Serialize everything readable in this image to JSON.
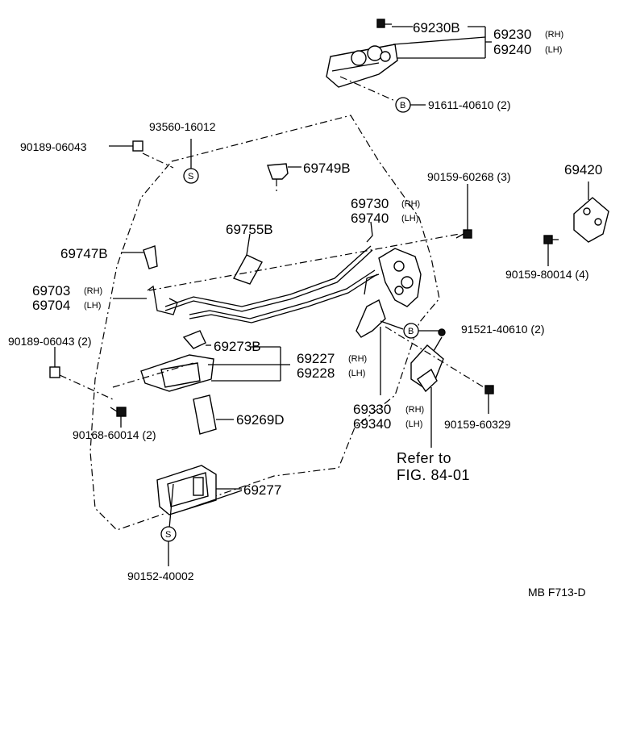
{
  "parts": {
    "p69230B": "69230B",
    "p69230": "69230",
    "p69240": "69240",
    "p91611": "91611-40610 (2)",
    "p93560": "93560-16012",
    "p90189a": "90189-06043",
    "p69749B": "69749B",
    "p90159_60268": "90159-60268 (3)",
    "p69420": "69420",
    "p69730": "69730",
    "p69740": "69740",
    "p69755B": "69755B",
    "p69747B": "69747B",
    "p90159_80014": "90159-80014 (4)",
    "p69703": "69703",
    "p69704": "69704",
    "p90189b": "90189-06043 (2)",
    "p91521": "91521-40610 (2)",
    "p69273B": "69273B",
    "p69227": "69227",
    "p69228": "69228",
    "p69330": "69330",
    "p69340": "69340",
    "p90159_60329": "90159-60329",
    "p90168": "90168-60014 (2)",
    "p69269D": "69269D",
    "p69277": "69277",
    "p90152": "90152-40002"
  },
  "tags": {
    "rh": "(RH)",
    "lh": "(LH)"
  },
  "markers": {
    "b": "B",
    "s": "S"
  },
  "refer": {
    "line1": "Refer to",
    "line2": "FIG. 84-01"
  },
  "footer": {
    "code": "MB  F713-D"
  }
}
